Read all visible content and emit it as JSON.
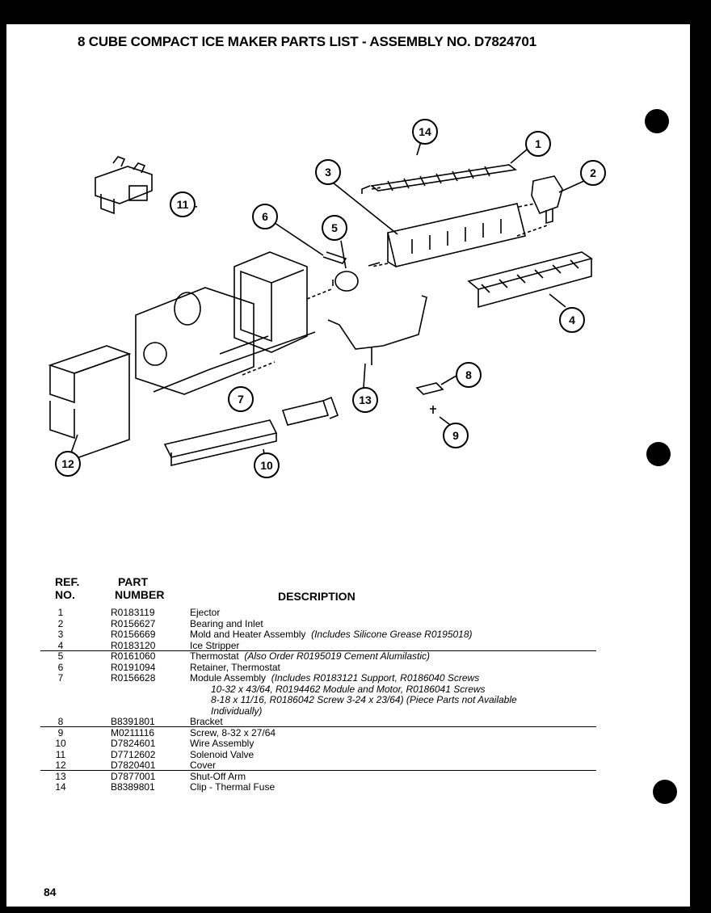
{
  "header": {
    "title_main": "8 CUBE COMPACT ICE MAKER PARTS LIST",
    "title_sep": " - ",
    "title_assembly": "ASSEMBLY NO. D7824701"
  },
  "columns": {
    "ref_line1": "REF.",
    "ref_line2": "NO.",
    "part_line1": "PART",
    "part_line2": "NUMBER",
    "description": "DESCRIPTION"
  },
  "parts": [
    {
      "ref": "1",
      "part": "R0183119",
      "desc": "Ejector",
      "note": ""
    },
    {
      "ref": "2",
      "part": "R0156627",
      "desc": "Bearing and Inlet",
      "note": ""
    },
    {
      "ref": "3",
      "part": "R0156669",
      "desc": "Mold and Heater Assembly",
      "note": "(Includes Silicone Grease R0195018)"
    },
    {
      "ref": "4",
      "part": "R0183120",
      "desc": "Ice Stripper",
      "note": ""
    },
    {
      "ref": "5",
      "part": "R0161060",
      "desc": "Thermostat",
      "note": "(Also Order R0195019 Cement Alumilastic)"
    },
    {
      "ref": "6",
      "part": "R0191094",
      "desc": "Retainer, Thermostat",
      "note": ""
    },
    {
      "ref": "7",
      "part": "R0156628",
      "desc": "Module Assembly",
      "note": "(Includes R0183121 Support, R0186040 Screws",
      "continuation": [
        "10-32 x 43/64, R0194462 Module and Motor, R0186041 Screws",
        "8-18 x 11/16, R0186042 Screw 3-24 x 23/64) (Piece Parts not Available",
        "Individually)"
      ]
    },
    {
      "ref": "8",
      "part": "B8391801",
      "desc": "Bracket",
      "note": ""
    },
    {
      "ref": "9",
      "part": "M0211116",
      "desc": "Screw, 8-32 x 27/64",
      "note": ""
    },
    {
      "ref": "10",
      "part": "D7824601",
      "desc": "Wire Assembly",
      "note": ""
    },
    {
      "ref": "11",
      "part": "D7712602",
      "desc": "Solenoid Valve",
      "note": ""
    },
    {
      "ref": "12",
      "part": "D7820401",
      "desc": "Cover",
      "note": ""
    },
    {
      "ref": "13",
      "part": "D7877001",
      "desc": "Shut-Off Arm",
      "note": ""
    },
    {
      "ref": "14",
      "part": "B8389801",
      "desc": "Clip - Thermal Fuse",
      "note": ""
    }
  ],
  "callouts": [
    "1",
    "2",
    "3",
    "4",
    "5",
    "6",
    "7",
    "8",
    "9",
    "10",
    "11",
    "12",
    "13",
    "14"
  ],
  "page_number": "84"
}
